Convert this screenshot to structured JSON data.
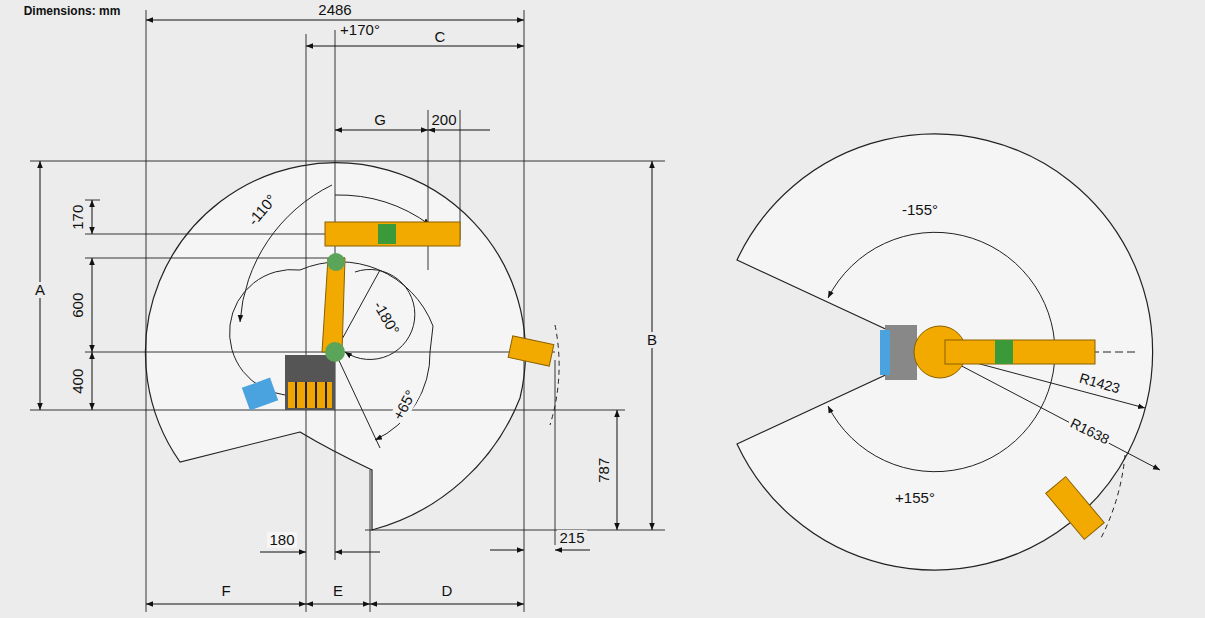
{
  "diagram": {
    "labels": [
      "Dimensions: mm",
      "2486",
      "+170°",
      "C",
      "G",
      "200",
      "A",
      "170",
      "600",
      "400",
      "-110°",
      "-180°",
      "+65°",
      "180",
      "E",
      "F",
      "D",
      "215",
      "787",
      "B",
      "-155°",
      "+155°",
      "R1423",
      "R1638"
    ]
  }
}
